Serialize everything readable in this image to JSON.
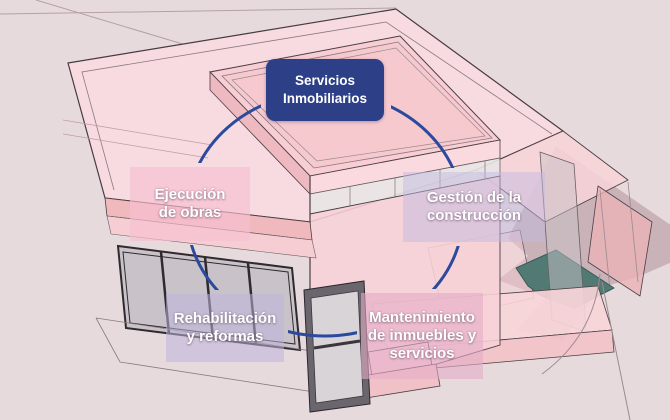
{
  "diagram": {
    "center": {
      "label": "Servicios\nInmobiliarios"
    },
    "nodes": [
      {
        "id": "ejecucion-de-obras",
        "label": "Ejecución\nde obras"
      },
      {
        "id": "gestion-de-la-construccion",
        "label": "Gestión de la\nconstrucción"
      },
      {
        "id": "rehabilitacion-y-reformas",
        "label": "Rehabilitación\ny reformas"
      },
      {
        "id": "mantenimiento-de-inmuebles",
        "label": "Mantenimiento\nde inmuebles y\nservicios"
      }
    ],
    "colors": {
      "background": "#e7dadd",
      "center_box": "#2d4087",
      "arc_blue": "#2b4a9e",
      "label_text": "#ffffff",
      "house_pink": "#f9dbdf",
      "house_salmon": "#eab3b8",
      "terrace_teal": "#527a75",
      "shadow_mauve": "#c9b2b8"
    }
  }
}
